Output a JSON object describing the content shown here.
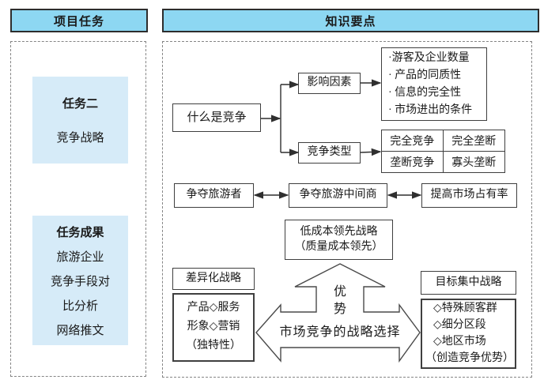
{
  "left_panel": {
    "header": "项目任务",
    "task_box": {
      "title": "任务二",
      "subtitle": "竞争战略"
    },
    "result_box": {
      "title": "任务成果",
      "lines": [
        "旅游企业",
        "竞争手段对",
        "比分析",
        "网络推文"
      ]
    }
  },
  "right_panel": {
    "header": "知识要点",
    "what_is_competition": "什么是竞争",
    "influencing_factors": "影响因素",
    "factor_list": [
      "·游客及企业数量",
      "· 产品的同质性",
      "· 信息的完全性",
      "· 市场进出的条件"
    ],
    "competition_types": "竞争类型",
    "type_table": [
      [
        "完全竞争",
        "完全垄断"
      ],
      [
        "垄断竞争",
        "寡头垄断"
      ]
    ],
    "compete_row": [
      "争夺旅游者",
      "争夺旅游中间商",
      "提高市场占有率"
    ],
    "low_cost_strategy": {
      "line1": "低成本领先战略",
      "line2": "（质量成本领先）"
    },
    "differentiation_strategy": "差异化战略",
    "differentiation_detail": [
      "产品◇服务",
      "形象◇营销",
      "（独特性）"
    ],
    "focus_strategy": "目标集中战略",
    "focus_detail": [
      "◇特殊顾客群",
      "◇细分区段",
      "◇地区市场",
      "（创造竞争优势）"
    ],
    "advantage_label": "优势",
    "arrow_center_label": "市场竞争的战略选择"
  },
  "colors": {
    "header_bg": "#8dd7f2",
    "light_box_bg": "#d6ebf8",
    "box_border": "#3f3f3f",
    "line_color": "#2f2f2f"
  }
}
